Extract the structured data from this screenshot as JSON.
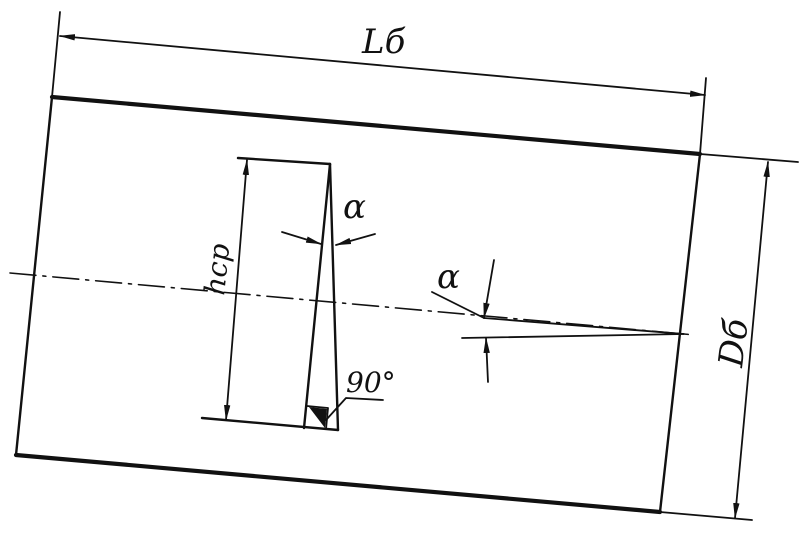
{
  "labels": {
    "length": "Lб",
    "diameter": "Dб",
    "height": "hср",
    "angle_top": "α",
    "angle_right": "α",
    "right_angle": "90°"
  }
}
